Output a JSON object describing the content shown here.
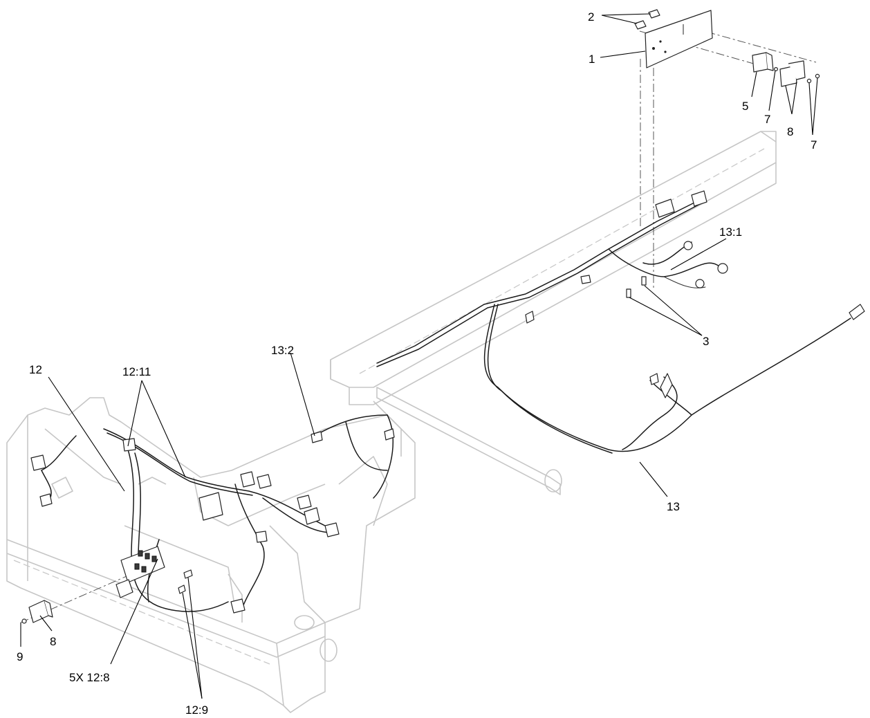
{
  "callouts": [
    {
      "id": "c-2",
      "text": "2"
    },
    {
      "id": "c-1",
      "text": "1"
    },
    {
      "id": "c-5",
      "text": "5"
    },
    {
      "id": "c-7a",
      "text": "7"
    },
    {
      "id": "c-8a",
      "text": "8"
    },
    {
      "id": "c-7b",
      "text": "7"
    },
    {
      "id": "c-13-1",
      "text": "13:1"
    },
    {
      "id": "c-3",
      "text": "3"
    },
    {
      "id": "c-13-2",
      "text": "13:2"
    },
    {
      "id": "c-12",
      "text": "12"
    },
    {
      "id": "c-12-11",
      "text": "12:11"
    },
    {
      "id": "c-13",
      "text": "13"
    },
    {
      "id": "c-9",
      "text": "9"
    },
    {
      "id": "c-8b",
      "text": "8"
    },
    {
      "id": "c-5x-12-8",
      "text": "5X 12:8"
    },
    {
      "id": "c-12-9",
      "text": "12:9"
    }
  ]
}
